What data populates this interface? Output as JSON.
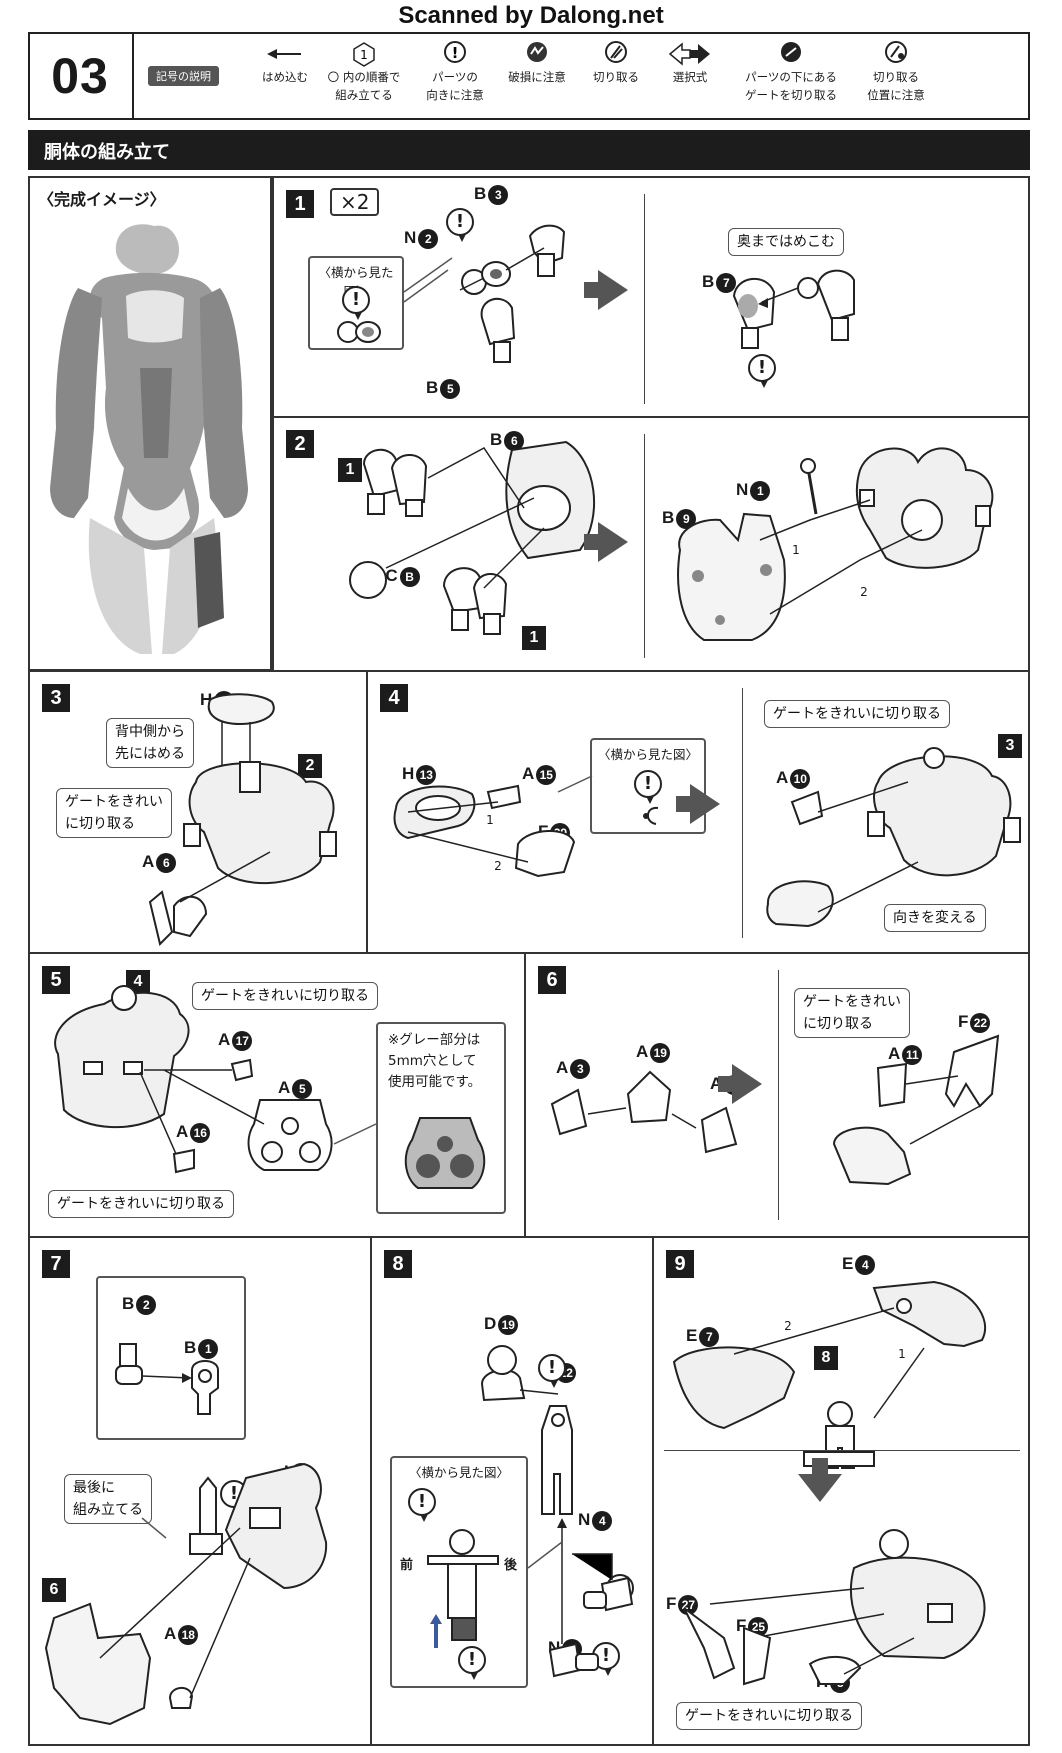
{
  "watermark": "Scanned by Dalong.net",
  "header": {
    "step_number": "03",
    "legend_title": "記号の説明",
    "legend": [
      {
        "icon": "arrow-left-icon",
        "label": "はめ込む"
      },
      {
        "icon": "circle-1-icon",
        "label": "〇 内の順番で\n組み立てる"
      },
      {
        "icon": "exclamation-icon",
        "label": "パーツの\n向きに注意"
      },
      {
        "icon": "break-warning-icon",
        "label": "破損に注意"
      },
      {
        "icon": "nipper-icon",
        "label": "切り取る"
      },
      {
        "icon": "double-arrow-icon",
        "label": "選択式"
      },
      {
        "icon": "under-part-cut-icon",
        "label": "パーツの下にある\nゲートを切り取る"
      },
      {
        "icon": "cut-position-icon",
        "label": "切り取る\n位置に注意"
      }
    ]
  },
  "section_title": "胴体の組み立て",
  "completion_image": {
    "label": "〈完成イメージ〉"
  },
  "steps": {
    "s1": {
      "num": "1",
      "multiplier": "×2",
      "side_view_title": "〈横から見た図〉",
      "parts": {
        "b3": "B",
        "b3n": "3",
        "n2": "N",
        "n2n": "2",
        "b5": "B",
        "b5n": "5",
        "b7": "B",
        "b7n": "7"
      },
      "note": "奥まではめこむ"
    },
    "s2": {
      "num": "2",
      "ref_1a": "1",
      "ref_1b": "1",
      "parts": {
        "b6": "B",
        "b6n": "6",
        "pcb": "PC",
        "pcbn": "B",
        "n1": "N",
        "n1n": "1",
        "b9": "B",
        "b9n": "9"
      },
      "order": [
        "1",
        "2"
      ]
    },
    "s3": {
      "num": "3",
      "ref": "2",
      "parts": {
        "h15": "H",
        "h15n": "15",
        "a6": "A",
        "a6n": "6"
      },
      "note_back": "背中側から\n先にはめる",
      "note_gate": "ゲートをきれい\nに切り取る"
    },
    "s4": {
      "num": "4",
      "ref": "3",
      "side_view_title": "〈横から見た図〉",
      "parts": {
        "h13": "H",
        "h13n": "13",
        "a15": "A",
        "a15n": "15",
        "f29": "F",
        "f29n": "29",
        "a10": "A",
        "a10n": "10"
      },
      "order": [
        "1",
        "2"
      ],
      "note_gate": "ゲートをきれいに切り取る",
      "note_turn": "向きを変える"
    },
    "s5": {
      "num": "5",
      "ref": "4",
      "parts": {
        "a17": "A",
        "a17n": "17",
        "a5": "A",
        "a5n": "5",
        "a16": "A",
        "a16n": "16"
      },
      "note_gate_top": "ゲートをきれいに切り取る",
      "note_gate_bottom": "ゲートをきれいに切り取る",
      "note_hole": "※グレー部分は\n5mm穴として\n使用可能です。"
    },
    "s6": {
      "num": "6",
      "parts": {
        "a3": "A",
        "a3n": "3",
        "a19": "A",
        "a19n": "19",
        "a2": "A",
        "a2n": "2",
        "a11": "A",
        "a11n": "11",
        "f22": "F",
        "f22n": "22"
      },
      "note_gate": "ゲートをきれい\nに切り取る"
    },
    "s7": {
      "num": "7",
      "ref": "6",
      "parts": {
        "b2": "B",
        "b2n": "2",
        "b1": "B",
        "b1n": "1",
        "i1": "I",
        "i1n": "1",
        "a18": "A",
        "a18n": "18"
      },
      "note_last": "最後に\n組み立てる"
    },
    "s8": {
      "num": "8",
      "side_view_title": "〈横から見た図〉",
      "front": "前",
      "back": "後",
      "parts": {
        "d19": "D",
        "d19n": "19",
        "d22": "D",
        "d22n": "22",
        "n4": "N",
        "n4n": "4",
        "n3": "N",
        "n3n": "3"
      }
    },
    "s9": {
      "num": "9",
      "ref": "8",
      "parts": {
        "e4": "E",
        "e4n": "4",
        "e7": "E",
        "e7n": "7",
        "f27": "F",
        "f27n": "27",
        "f25": "F",
        "f25n": "25",
        "h5": "H",
        "h5n": "5"
      },
      "order": [
        "1",
        "2"
      ],
      "note_gate": "ゲートをきれいに切り取る"
    }
  },
  "colors": {
    "ink": "#1c1c1c",
    "arrow": "#555555",
    "part_fill": "#f4f4f4",
    "gray": "#888888"
  }
}
